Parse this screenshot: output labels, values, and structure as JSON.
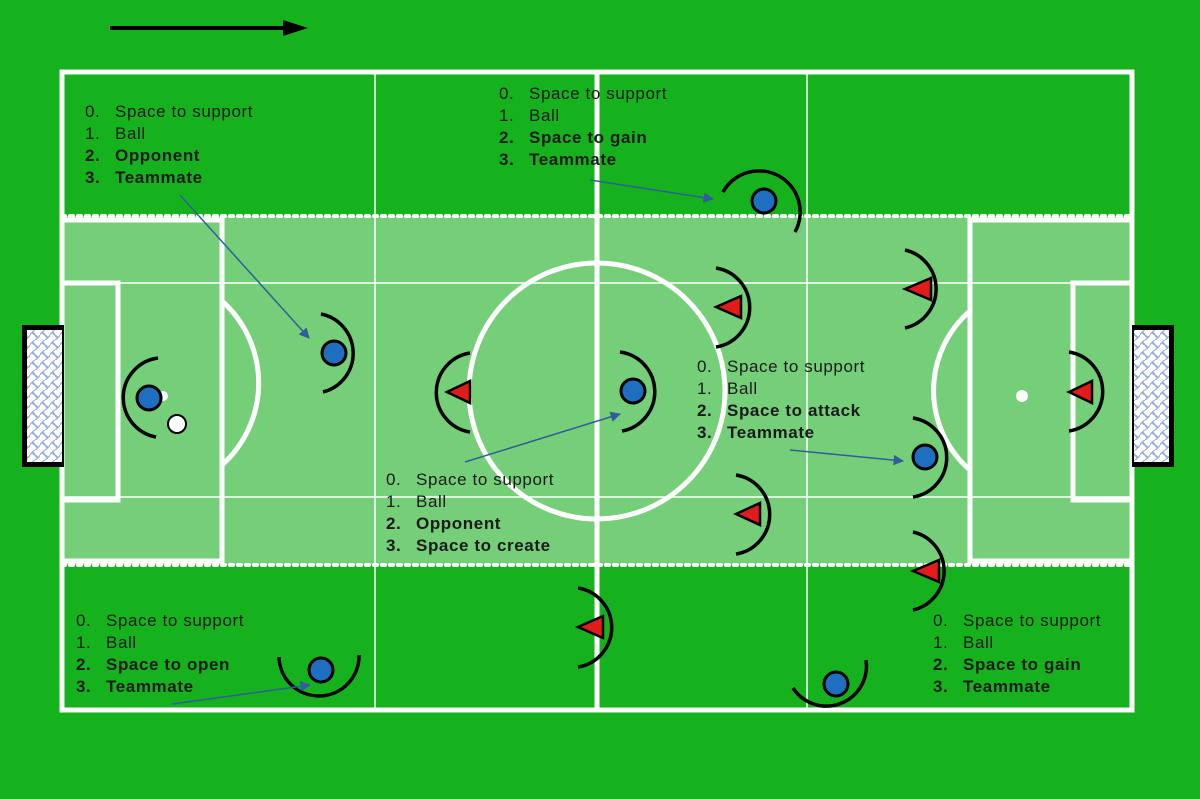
{
  "colors": {
    "grass": "#16b21e",
    "zone": "#75cf78",
    "line": "#ffffff",
    "team_blue": "#1f6fc0",
    "team_red": "#e21b1b",
    "arrow": "#2f5e9b",
    "direction_arrow": "#000000"
  },
  "direction_arrow": {
    "label_icon": "arrow-right-icon"
  },
  "notes": [
    {
      "id": "note-top-left",
      "items": [
        {
          "num": "0.",
          "text": "Space to support",
          "bold": false
        },
        {
          "num": "1.",
          "text": "Ball",
          "bold": false
        },
        {
          "num": "2.",
          "text": "Opponent",
          "bold": true
        },
        {
          "num": "3.",
          "text": "Teammate",
          "bold": true
        }
      ]
    },
    {
      "id": "note-top-center",
      "items": [
        {
          "num": "0.",
          "text": "Space to support",
          "bold": false
        },
        {
          "num": "1.",
          "text": "Ball",
          "bold": false
        },
        {
          "num": "2.",
          "text": "Space to gain",
          "bold": true
        },
        {
          "num": "3.",
          "text": "Teammate",
          "bold": true
        }
      ]
    },
    {
      "id": "note-center-right",
      "items": [
        {
          "num": "0.",
          "text": "Space to support",
          "bold": false
        },
        {
          "num": "1.",
          "text": "Ball",
          "bold": false
        },
        {
          "num": "2.",
          "text": "Space to attack",
          "bold": true
        },
        {
          "num": "3.",
          "text": "Teammate",
          "bold": true
        }
      ]
    },
    {
      "id": "note-center",
      "items": [
        {
          "num": "0.",
          "text": "Space to support",
          "bold": false
        },
        {
          "num": "1.",
          "text": "Ball",
          "bold": false
        },
        {
          "num": "2.",
          "text": "Opponent",
          "bold": true
        },
        {
          "num": "3.",
          "text": "Space to create",
          "bold": true
        }
      ]
    },
    {
      "id": "note-bottom-left",
      "items": [
        {
          "num": "0.",
          "text": "Space to support",
          "bold": false
        },
        {
          "num": "1.",
          "text": "Ball",
          "bold": false
        },
        {
          "num": "2.",
          "text": "Space to open",
          "bold": true
        },
        {
          "num": "3.",
          "text": "Teammate",
          "bold": true
        }
      ]
    },
    {
      "id": "note-bottom-right",
      "items": [
        {
          "num": "0.",
          "text": "Space to support",
          "bold": false
        },
        {
          "num": "1.",
          "text": "Ball",
          "bold": false
        },
        {
          "num": "2.",
          "text": "Space to gain",
          "bold": true
        },
        {
          "num": "3.",
          "text": "Teammate",
          "bold": true
        }
      ]
    }
  ]
}
